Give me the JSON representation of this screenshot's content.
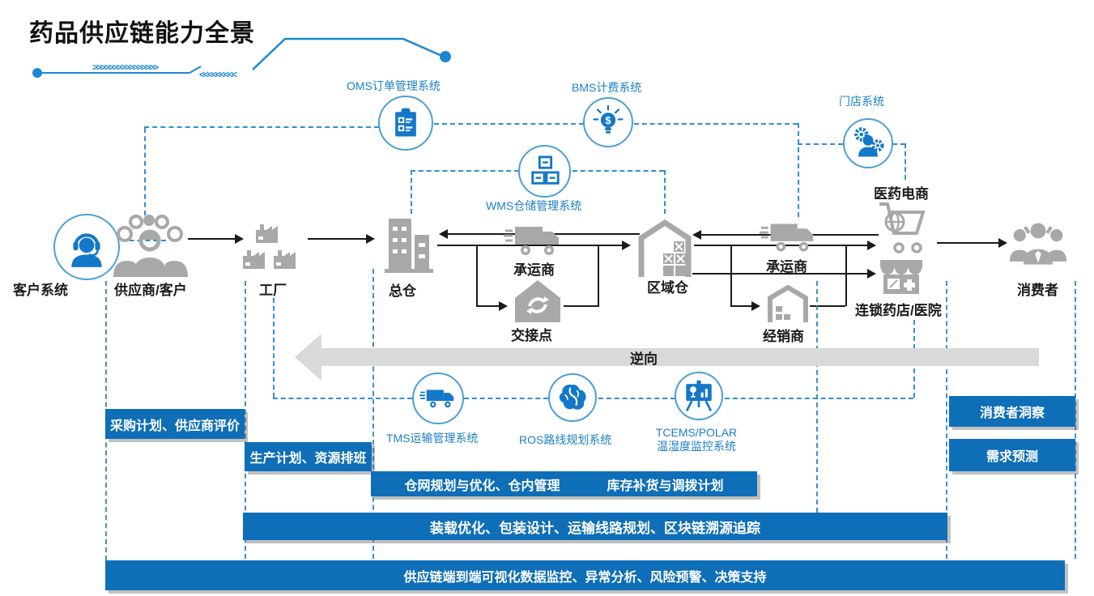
{
  "title": "药品供应链能力全景",
  "systems": {
    "oms": "OMS订单管理系统",
    "bms": "BMS计费系统",
    "wms": "WMS仓储管理系统",
    "store": "门店系统",
    "tms": "TMS运输管理系统",
    "ros": "ROS路线规划系统",
    "tcems1": "TCEMS/POLAR",
    "tcems2": "温湿度监控系统"
  },
  "nodes": {
    "customer_system": "客户系统",
    "supplier_customer": "供应商/客户",
    "factory": "工厂",
    "central_warehouse": "总仓",
    "carrier1": "承运商",
    "handover_point": "交接点",
    "regional_warehouse": "区域仓",
    "carrier2": "承运商",
    "distributor": "经销商",
    "pharma_ecommerce": "医药电商",
    "chain_pharmacy_hospital": "连锁药店/医院",
    "consumer": "消费者"
  },
  "flow": {
    "reverse": "逆向"
  },
  "capabilities": {
    "procurement_plan": "采购计划、供应商评价",
    "production_plan": "生产计划、资源排班",
    "warehouse_network": "仓网规划与优化、仓内管理",
    "inventory_replenishment": "库存补货与调拨计划",
    "consumer_insight": "消费者洞察",
    "demand_forecast": "需求预测",
    "logistics_optimization": "装载优化、包装设计、运输线路规划、区块链溯源追踪",
    "end_to_end_visibility": "供应链端到端可视化数据监控、异常分析、风险预警、决策支持"
  },
  "colors": {
    "bar_blue": "#0e6eb8",
    "icon_blue": "#1478c8",
    "system_label_blue": "#1b7fc9",
    "node_gray": "#a8a8a8",
    "reverse_arrow_gray": "#d9d9d9",
    "connector_blue": "#2f8fd4",
    "title_color": "#111111"
  }
}
